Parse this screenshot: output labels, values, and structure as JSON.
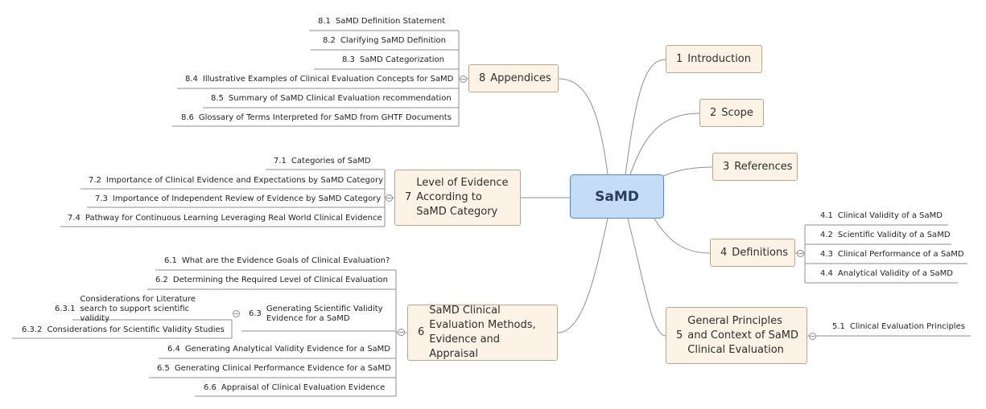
{
  "central": {
    "label": "SaMD"
  },
  "topics": {
    "t1": {
      "num": "1",
      "label": "Introduction"
    },
    "t2": {
      "num": "2",
      "label": "Scope"
    },
    "t3": {
      "num": "3",
      "label": "References"
    },
    "t4": {
      "num": "4",
      "label": "Definitions",
      "items": [
        {
          "num": "4.1",
          "label": "Clinical Validity of a SaMD"
        },
        {
          "num": "4.2",
          "label": "Scientific Validity of a SaMD"
        },
        {
          "num": "4.3",
          "label": "Clinical Performance of a SaMD"
        },
        {
          "num": "4.4",
          "label": "Analytical Validity of a SaMD"
        }
      ]
    },
    "t5": {
      "num": "5",
      "label": "General Principles and Context of SaMD Clinical Evaluation",
      "items": [
        {
          "num": "5.1",
          "label": "Clinical Evaluation Principles"
        }
      ]
    },
    "t6": {
      "num": "6",
      "label": "SaMD Clinical Evaluation Methods, Evidence and Appraisal",
      "items": [
        {
          "num": "6.1",
          "label": "What are the Evidence Goals of Clinical Evaluation?"
        },
        {
          "num": "6.2",
          "label": "Determining the Required Level of Clinical Evaluation"
        },
        {
          "num": "6.3",
          "label": "Generating Scientific Validity Evidence for a SaMD",
          "items": [
            {
              "num": "6.3.1",
              "label": "Considerations for Literature search to support scientific validity"
            },
            {
              "num": "6.3.2",
              "label": "Considerations for Scientific Validity Studies"
            }
          ]
        },
        {
          "num": "6.4",
          "label": "Generating Analytical Validity Evidence for a SaMD"
        },
        {
          "num": "6.5",
          "label": "Generating Clinical Performance Evidence for a SaMD"
        },
        {
          "num": "6.6",
          "label": "Appraisal of Clinical Evaluation Evidence"
        }
      ]
    },
    "t7": {
      "num": "7",
      "label": "Level of Evidence According to SaMD Category",
      "items": [
        {
          "num": "7.1",
          "label": "Categories of SaMD"
        },
        {
          "num": "7.2",
          "label": "Importance of Clinical Evidence and Expectations by SaMD Category"
        },
        {
          "num": "7.3",
          "label": "Importance of Independent Review of Evidence by SaMD Category"
        },
        {
          "num": "7.4",
          "label": "Pathway for Continuous Learning Leveraging Real World Clinical Evidence"
        }
      ]
    },
    "t8": {
      "num": "8",
      "label": "Appendices",
      "items": [
        {
          "num": "8.1",
          "label": "SaMD Definition Statement"
        },
        {
          "num": "8.2",
          "label": "Clarifying SaMD Definition"
        },
        {
          "num": "8.3",
          "label": "SaMD Categorization"
        },
        {
          "num": "8.4",
          "label": "Illustrative Examples of Clinical Evaluation Concepts for SaMD"
        },
        {
          "num": "8.5",
          "label": "Summary of SaMD Clinical Evaluation recommendation"
        },
        {
          "num": "8.6",
          "label": "Glossary of Terms Interpreted for SaMD from GHTF Documents"
        }
      ]
    }
  },
  "colors": {
    "topic_fill": "#fdf2e6",
    "topic_border": "#b9a68e",
    "central_fill": "#c5dcf7",
    "central_border": "#5f86b8",
    "line": "#8f8f8f"
  }
}
